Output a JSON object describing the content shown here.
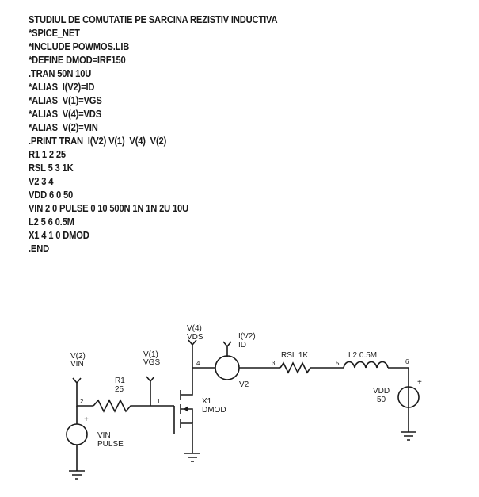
{
  "netlist": {
    "lines": [
      "STUDIUL DE COMUTATIE PE SARCINA REZISTIV INDUCTIVA",
      "*SPICE_NET",
      "*INCLUDE POWMOS.LIB",
      "*DEFINE DMOD=IRF150",
      ".TRAN 50N 10U",
      "*ALIAS  I(V2)=ID",
      "*ALIAS  V(1)=VGS",
      "*ALIAS  V(4)=VDS",
      "*ALIAS  V(2)=VIN",
      ".PRINT TRAN  I(V2) V(1)  V(4)  V(2)",
      "R1 1 2 25",
      "RSL 5 3 1K",
      "V2 3 4",
      "VDD 6 0 50",
      "VIN 2 0 PULSE 0 10 500N 1N 1N 2U 10U",
      "L2 5 6 0.5M",
      "X1 4 1 0 DMOD",
      ".END"
    ]
  },
  "schematic": {
    "probes": {
      "vin": [
        "V(2)",
        "VIN"
      ],
      "vgs": [
        "V(1)",
        "VGS"
      ],
      "vds": [
        "V(4)",
        "VDS"
      ],
      "id": [
        "I(V2)",
        "ID"
      ]
    },
    "components": {
      "r1": [
        "R1",
        "25"
      ],
      "x1": [
        "X1",
        "DMOD"
      ],
      "v2": "V2",
      "rsl": "RSL 1K",
      "l2": "L2 0.5M",
      "vdd": [
        "VDD",
        "50"
      ],
      "vin": [
        "VIN",
        "PULSE"
      ]
    },
    "nodes": [
      "1",
      "2",
      "3",
      "4",
      "5",
      "6"
    ],
    "polarity": "+"
  }
}
